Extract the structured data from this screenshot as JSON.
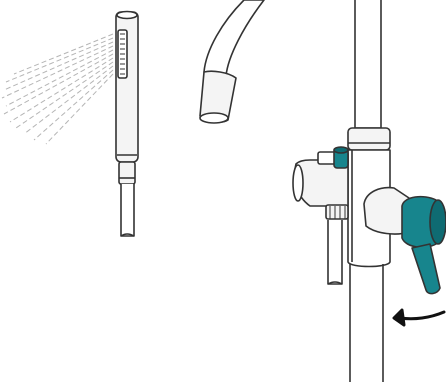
{
  "illustration": {
    "labels": [],
    "colors": {
      "outline": "#333333",
      "metal_fill": "#f4f4f4",
      "accent_teal": "#17858d",
      "accent_teal_dark": "#0f6b72",
      "spray_lines": "#b5b5b5",
      "arrow": "#111111"
    },
    "icons": [
      "hand-shower",
      "spray",
      "curved-hose",
      "spout",
      "faucet-body",
      "shower-holder",
      "mixer-lever",
      "rotation-arrow"
    ]
  }
}
